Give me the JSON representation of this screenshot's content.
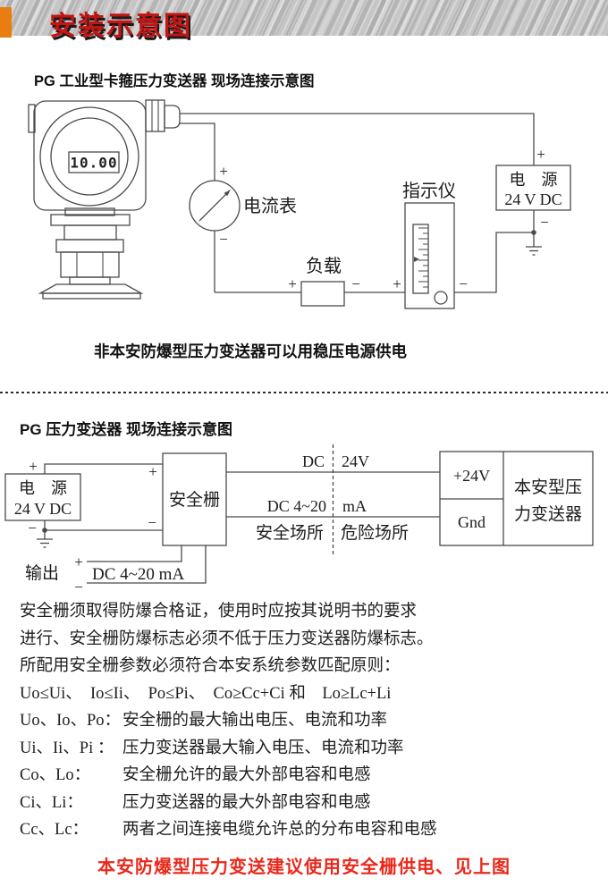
{
  "header": {
    "title": "安装示意图",
    "accent_color": "#e87d12",
    "title_color": "#c41414"
  },
  "sym": {
    "plus": "+",
    "minus": "−"
  },
  "d1": {
    "heading": "PG 工业型卡箍压力变送器 现场连接示意图",
    "display": "10.00",
    "labels": {
      "ammeter": "电流表",
      "load": "负载",
      "indicator": "指示仪",
      "power1": "电　源",
      "power2": "24 V DC"
    },
    "note": "非本安防爆型压力变送器可以用稳压电源供电"
  },
  "d2": {
    "heading": "PG 压力变送器 现场连接示意图",
    "labels": {
      "power1": "电　源",
      "power2": "24 V DC",
      "barrier": "安全栅",
      "dc": "DC",
      "v24": "24V",
      "range": "DC 4~20",
      "ma": "mA",
      "safe": "安全场所",
      "hazard": "危险场所",
      "p24": "+24V",
      "gnd": "Gnd",
      "tx1": "本安型压",
      "tx2": "力变送器",
      "output": "输出",
      "outrange": "DC 4~20  mA"
    }
  },
  "body": {
    "lines": [
      "安全栅须取得防爆合格证，使用时应按其说明书的要求",
      "进行、安全栅防爆标志必须不低于压力变送器防爆标志。",
      "所配用安全栅参数必须符合本安系统参数匹配原则：",
      "Uo≤Ui、　Io≤Ii、　Po≤Pi、　Co≥Cc+Ci 和　Lo≥Lc+Li"
    ],
    "defs": [
      {
        "term": "Uo、Io、Po：",
        "desc": "安全栅的最大输出电压、电流和功率"
      },
      {
        "term": "Ui、Ii、Pi ：",
        "desc": "压力变送器最大输入电压、电流和功率"
      },
      {
        "term": "Co、Lo：",
        "desc": "安全栅允许的最大外部电容和电感"
      },
      {
        "term": "Ci、Li：",
        "desc": "压力变送器的最大外部电容和电感"
      },
      {
        "term": "Cc、Lc：",
        "desc": "两者之间连接电缆允许总的分布电容和电感"
      }
    ],
    "warning": "本安防爆型压力变送建议使用安全栅供电、见上图",
    "warning_color": "#e8291c"
  }
}
